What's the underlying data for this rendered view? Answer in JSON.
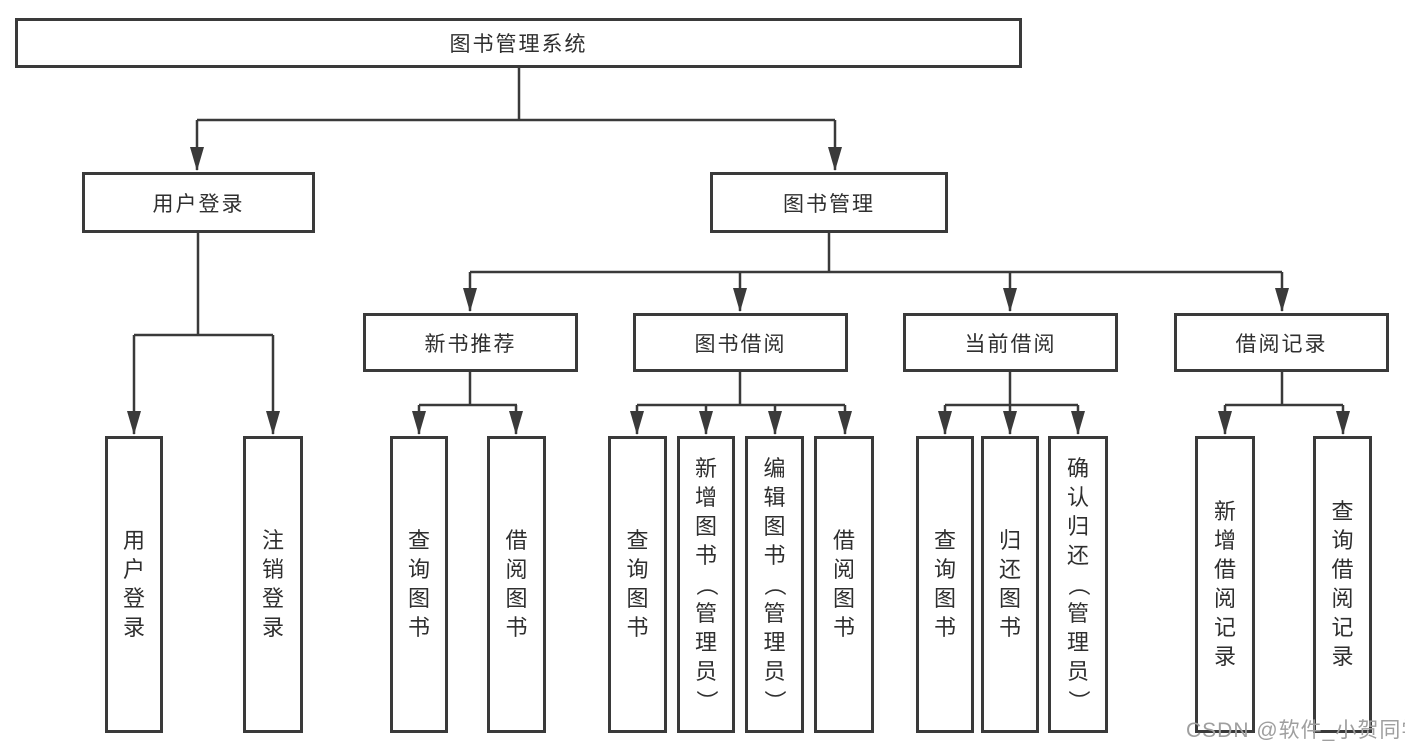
{
  "diagram": {
    "title": "图书管理系统",
    "level2": {
      "user_login": "用户登录",
      "book_mgmt": "图书管理"
    },
    "level3": {
      "new_books": "新书推荐",
      "book_borrow": "图书借阅",
      "current_borrow": "当前借阅",
      "borrow_records": "借阅记录"
    },
    "leaves": {
      "user_login": [
        "用户登录",
        "注销登录"
      ],
      "new_books": [
        "查询图书",
        "借阅图书"
      ],
      "book_borrow": [
        "查询图书",
        "新增图书（管理员）",
        "编辑图书（管理员）",
        "借阅图书"
      ],
      "current_borrow": [
        "查询图书",
        "归还图书",
        "确认归还（管理员）"
      ],
      "borrow_records": [
        "新增借阅记录",
        "查询借阅记录"
      ]
    }
  },
  "watermark": {
    "text": "CSDN @软件_小贺同学",
    "color": "#9f9f9f"
  },
  "colors": {
    "line": "#3a3a3a",
    "text": "#2f2f2f",
    "box_bg": "#ffffff"
  }
}
